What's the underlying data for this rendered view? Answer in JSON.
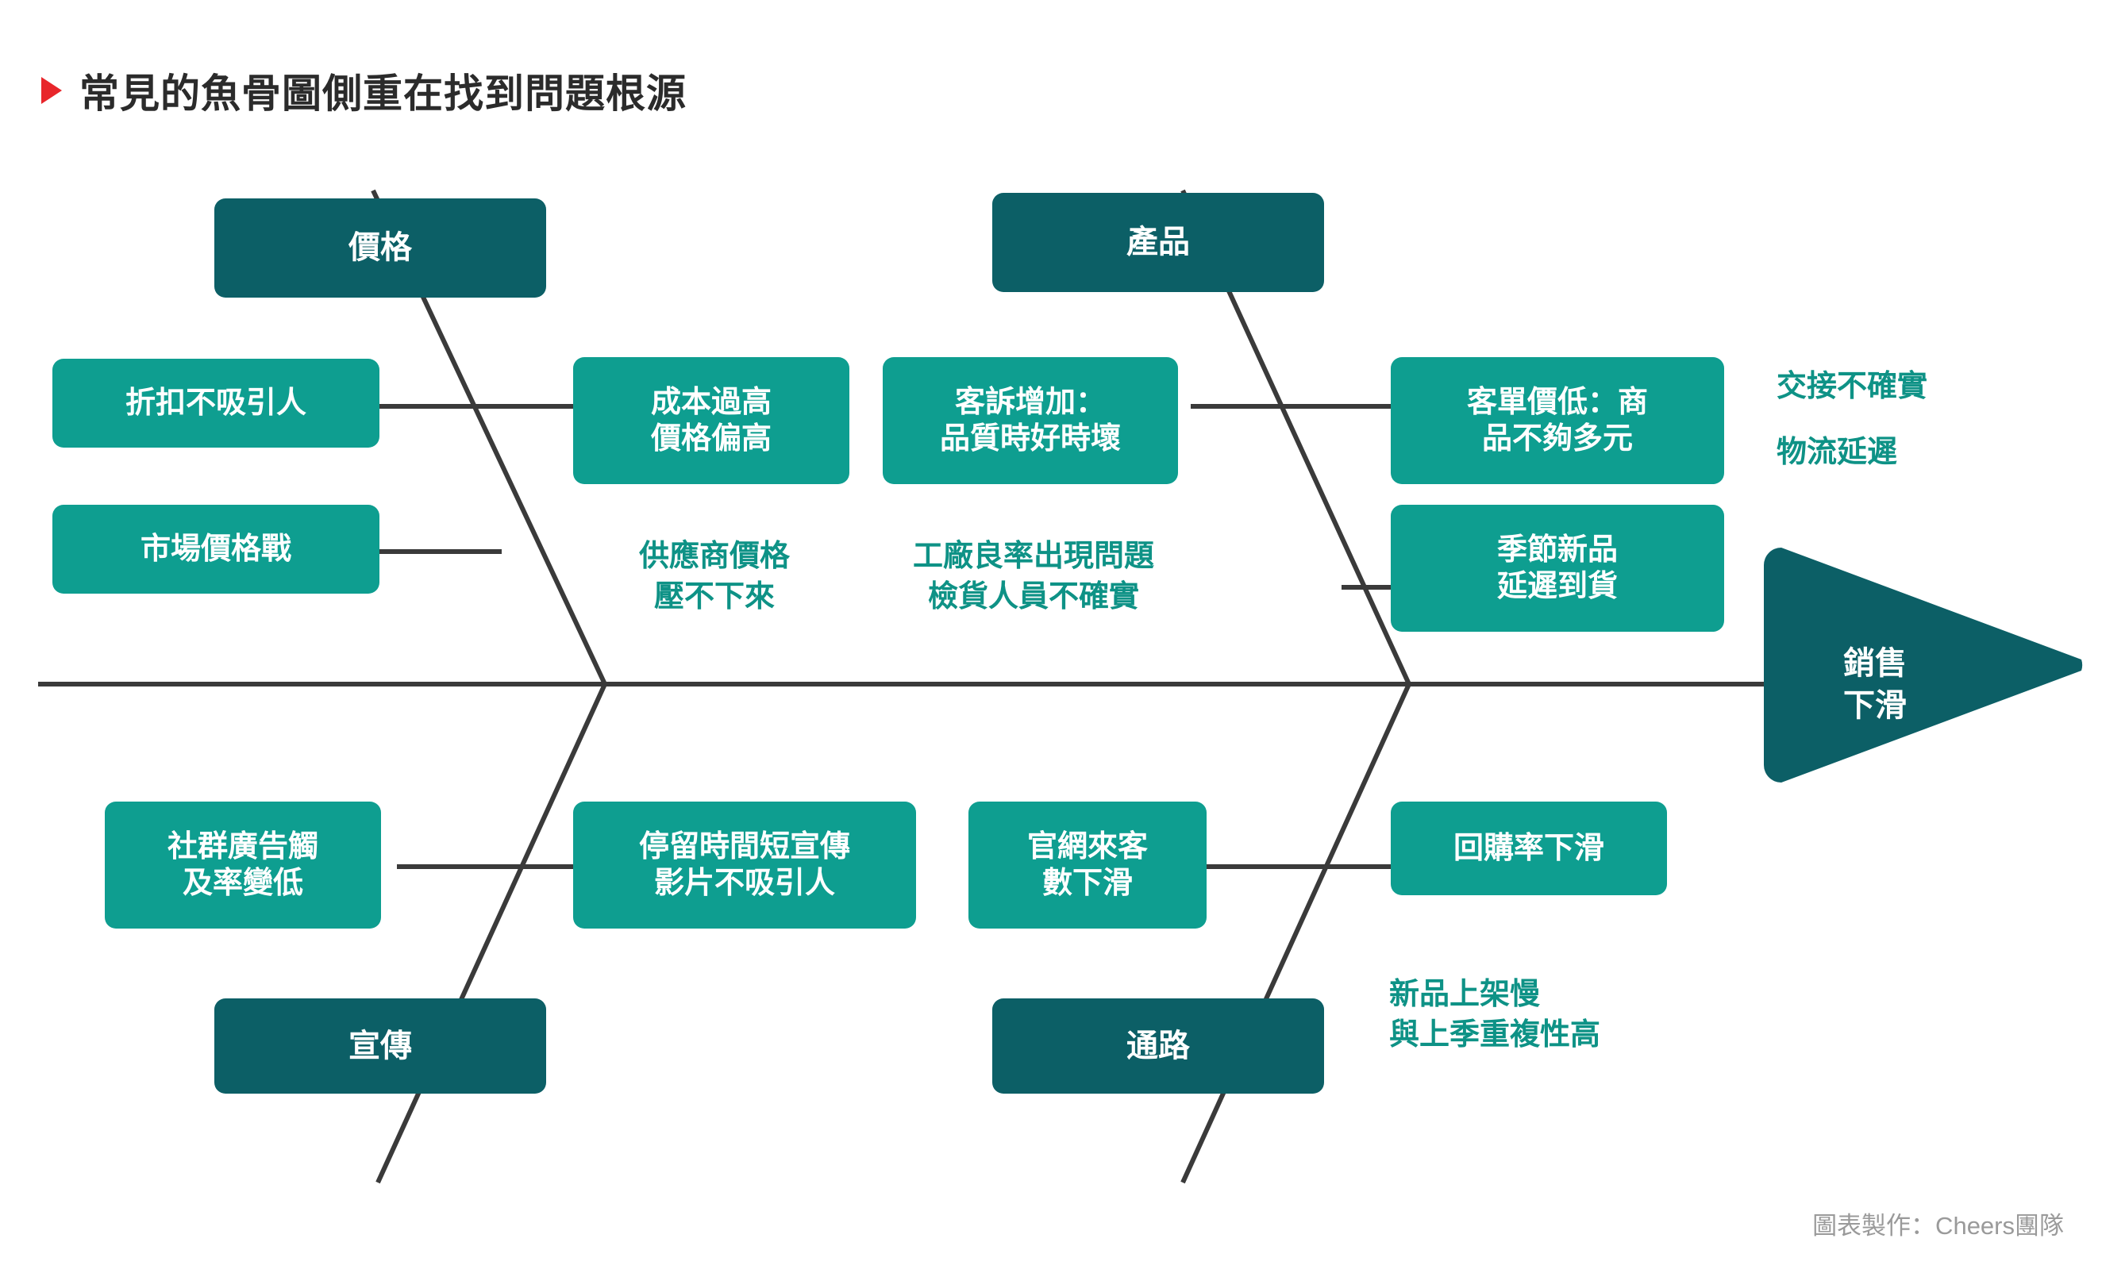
{
  "title": "常見的魚骨圖側重在找到問題根源",
  "colors": {
    "dark_teal": "#0c5f66",
    "mid_teal": "#0e9e90",
    "note_teal": "#0e9286",
    "bullet_red": "#e8262b",
    "bone_gray": "#3a3a3a",
    "credit_gray": "#9a9a9a"
  },
  "effect": {
    "label": "銷售\n下滑"
  },
  "categories": [
    {
      "name": "價格",
      "position": "top-left"
    },
    {
      "name": "產品",
      "position": "top-right"
    },
    {
      "name": "宣傳",
      "position": "bottom-left"
    },
    {
      "name": "通路",
      "position": "bottom-right"
    }
  ],
  "boxes": {
    "price_category": "價格",
    "product_category": "產品",
    "promotion_category": "宣傳",
    "channel_category": "通路",
    "discount_unattractive": "折扣不吸引人",
    "market_price_war": "市場價格戰",
    "cost_too_high": "成本過高\n價格偏高",
    "complaints_up": "客訴增加：\n品質時好時壞",
    "low_order_value": "客單價低：商\n品不夠多元",
    "seasonal_delay": "季節新品\n延遲到貨",
    "social_reach_down": "社群廣告觸\n及率變低",
    "short_dwell_time": "停留時間短宣傳\n影片不吸引人",
    "site_traffic_down": "官網來客\n數下滑",
    "repurchase_down": "回購率下滑"
  },
  "notes": {
    "supplier_price": "供應商價格\n壓不下來",
    "factory_yield": "工廠良率出現問題\n檢貨人員不確實",
    "handover_unclear": "交接不確實",
    "logistics_delay": "物流延遲",
    "new_product_slow": "新品上架慢\n與上季重複性高"
  },
  "credit": "圖表製作：Cheers團隊"
}
